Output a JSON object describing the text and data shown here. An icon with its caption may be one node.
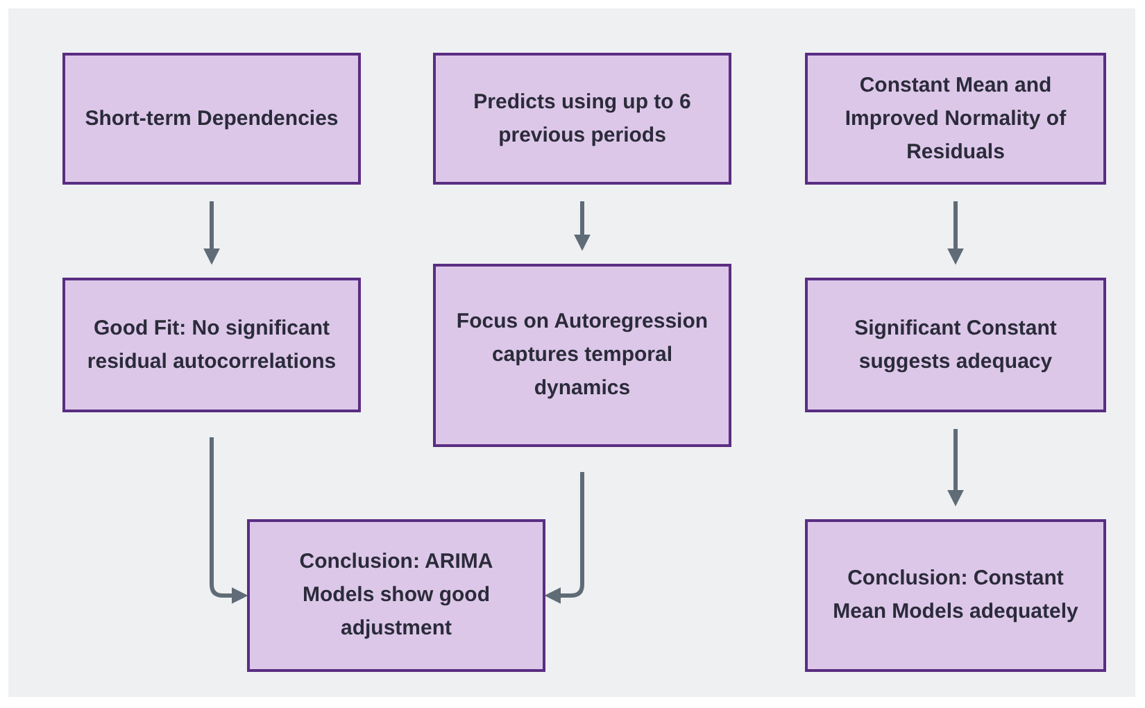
{
  "diagram": {
    "nodes": [
      {
        "text": [
          "Short-term Dependencies"
        ]
      },
      {
        "text": [
          "Predicts using up to 6 previous periods"
        ]
      },
      {
        "text": [
          "Constant Mean and Improved Normality of Residuals"
        ]
      },
      {
        "text": [
          "Good Fit: No significant residual autocorrelations"
        ]
      },
      {
        "text": [
          "Focus on Autoregression captures temporal dynamics"
        ]
      },
      {
        "text": [
          "Significant Constant suggests adequacy"
        ]
      },
      {
        "text": [
          "Conclusion: ARIMA Models show good adjustment"
        ]
      },
      {
        "text": [
          "Conclusion: Constant Mean Models adequately"
        ]
      }
    ],
    "edges": [
      {
        "from": 0,
        "to": 3,
        "arrow": "to"
      },
      {
        "from": 1,
        "to": 4,
        "arrow": "to"
      },
      {
        "from": 2,
        "to": 5,
        "arrow": "to"
      },
      {
        "from": 3,
        "to": 6,
        "arrow": "to"
      },
      {
        "from": 4,
        "to": 6,
        "arrow": "to"
      },
      {
        "from": 5,
        "to": 7,
        "arrow": "to"
      }
    ]
  }
}
